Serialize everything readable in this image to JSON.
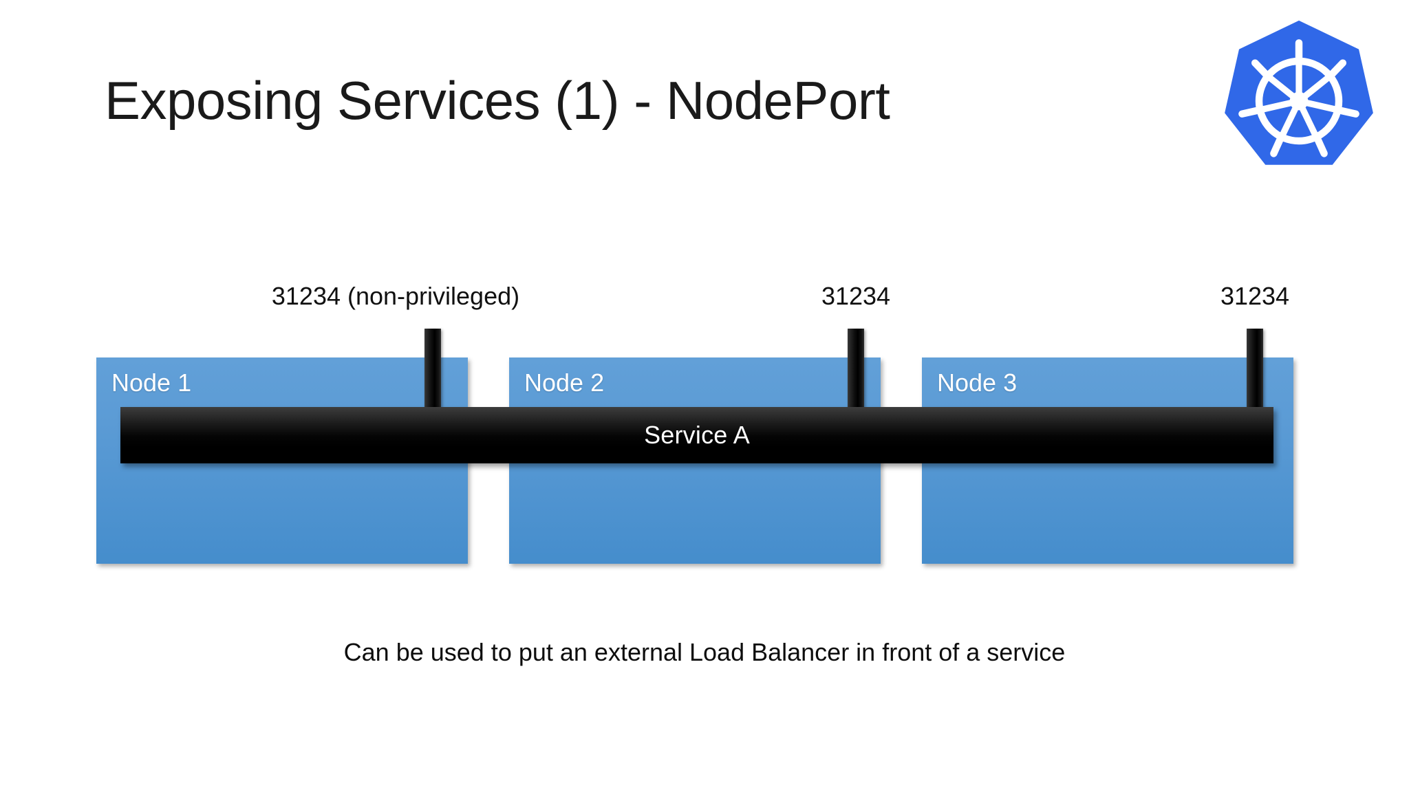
{
  "slide": {
    "title": "Exposing Services (1) - NodePort",
    "background_color": "#ffffff",
    "caption": "Can be used to put an external Load Balancer in front of a service"
  },
  "logo": {
    "name": "kubernetes-logo",
    "badge_color": "#3068e8",
    "wheel_color": "#ffffff"
  },
  "diagram": {
    "service": {
      "label": "Service A",
      "bar_color": "#000000",
      "text_color": "#ffffff"
    },
    "node_color": "#5b9bd5",
    "node_text_color": "#ffffff",
    "port_bar_color": "#000000",
    "nodes": [
      {
        "label": "Node 1",
        "port_label": "31234 (non-privileged)",
        "port": "31234"
      },
      {
        "label": "Node 2",
        "port_label": "31234",
        "port": "31234"
      },
      {
        "label": "Node 3",
        "port_label": "31234",
        "port": "31234"
      }
    ]
  }
}
